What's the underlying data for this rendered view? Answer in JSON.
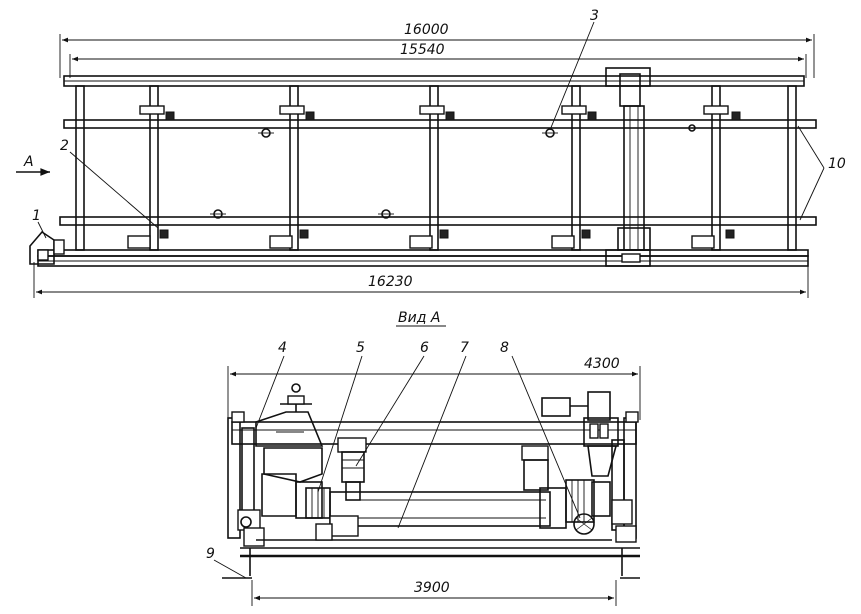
{
  "top_view": {
    "dim_overall_top": "16000",
    "dim_inner_top": "15540",
    "dim_overall_bottom": "16230",
    "view_arrow_label": "A",
    "callouts": {
      "c1": "1",
      "c2": "2",
      "c3": "3",
      "c10": "10"
    }
  },
  "section_view": {
    "title": "Вид А",
    "dim_top": "4300",
    "dim_bottom": "3900",
    "callouts": {
      "c4": "4",
      "c5": "5",
      "c6": "6",
      "c7": "7",
      "c8": "8",
      "c9": "9"
    }
  }
}
